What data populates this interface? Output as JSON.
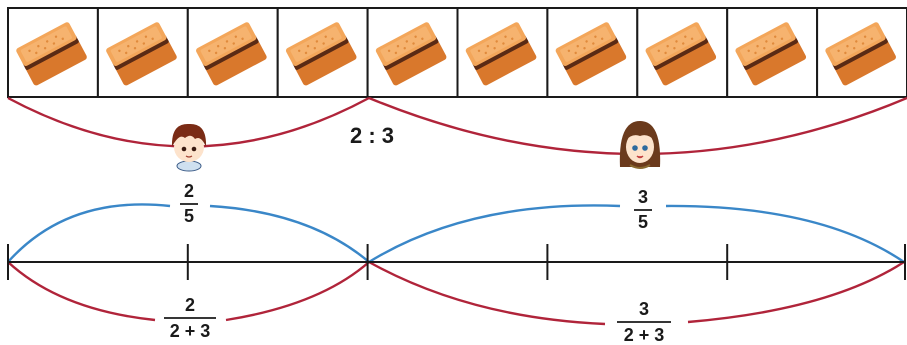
{
  "cookies": {
    "count": 10,
    "item_icon": "sandwich-cookie-icon"
  },
  "ratio": {
    "text": "2 : 3"
  },
  "characters": [
    {
      "name": "boy",
      "icon": "boy-avatar-icon"
    },
    {
      "name": "girl",
      "icon": "girl-avatar-icon"
    }
  ],
  "fractions_of_total": [
    {
      "numerator": "2",
      "denominator": "5"
    },
    {
      "numerator": "3",
      "denominator": "5"
    }
  ],
  "fractions_of_sum": [
    {
      "numerator": "2",
      "denominator": "2 + 3"
    },
    {
      "numerator": "3",
      "denominator": "2 + 3"
    }
  ],
  "number_line": {
    "segments": 5
  },
  "colors": {
    "red_arc": "#b0243a",
    "blue_arc": "#3a87c8",
    "line": "#1a1a1a",
    "cookie_light": "#f3a65a",
    "cookie_dark": "#d9782c",
    "filling": "#5a2a14"
  }
}
